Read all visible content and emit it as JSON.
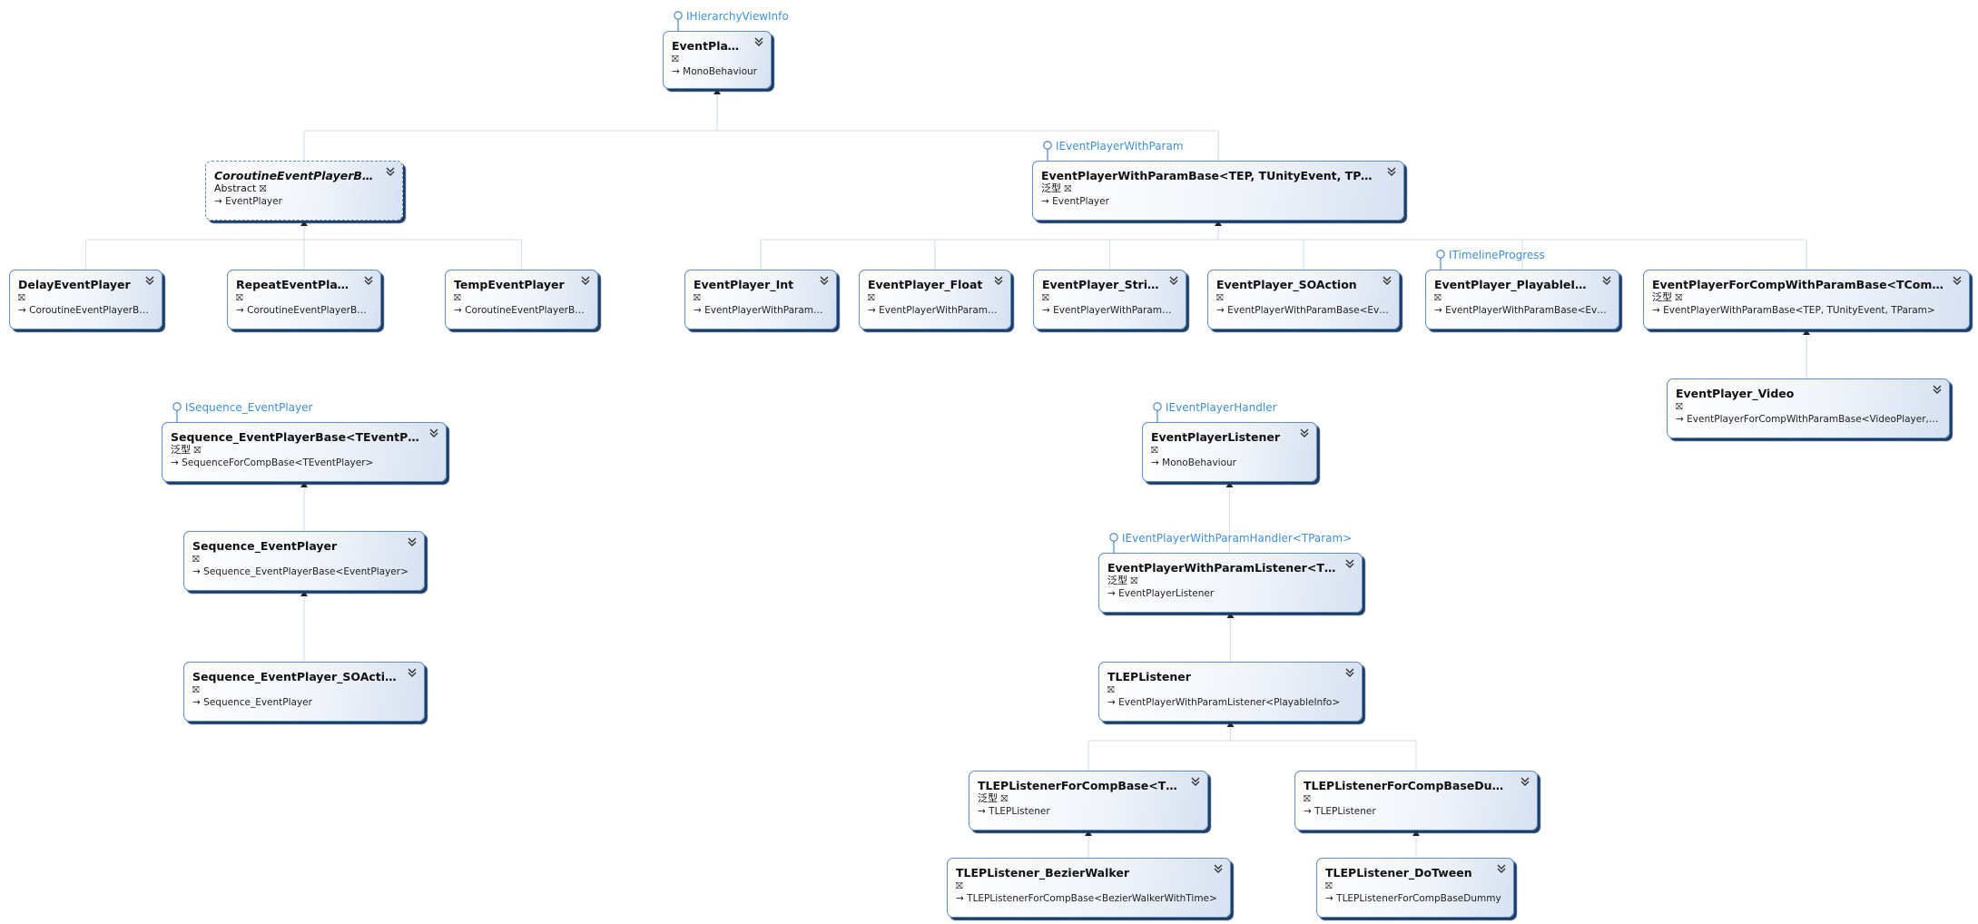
{
  "colors": {
    "box_border": "#5b8fc9",
    "interface_text": "#3f8fd6",
    "connector": "#d9e3ee",
    "arrow": "#222222"
  },
  "icons": {
    "collapse": "chevron-double-down-icon",
    "inheritance": "arrow-right-icon",
    "interface": "lollipop-interface-icon"
  },
  "symbols": {
    "chevron": "⌄",
    "kind_glyph": "⛝",
    "arrow": "→"
  },
  "nodes": [
    {
      "id": "EventPlayer",
      "title": "EventPlayer",
      "kind": "",
      "base": "MonoBehaviour",
      "iface": "IHierarchyViewInfo"
    },
    {
      "id": "CoroutineEventPlayerBase",
      "title": "CoroutineEventPlayerBase",
      "kind": "Abstract",
      "base": "EventPlayer",
      "iface": "",
      "abstract": true
    },
    {
      "id": "EventPlayerWithParamBase",
      "title": "EventPlayerWithParamBase<TEP, TUnityEvent, TParam>",
      "kind": "泛型",
      "base": "EventPlayer",
      "iface": "IEventPlayerWithParam"
    },
    {
      "id": "DelayEventPlayer",
      "title": "DelayEventPlayer",
      "kind": "",
      "base": "CoroutineEventPlayerBase",
      "iface": ""
    },
    {
      "id": "RepeatEventPlayer",
      "title": "RepeatEventPlayer",
      "kind": "",
      "base": "CoroutineEventPlayerBase",
      "iface": ""
    },
    {
      "id": "TempEventPlayer",
      "title": "TempEventPlayer",
      "kind": "",
      "base": "CoroutineEventPlayerBase",
      "iface": ""
    },
    {
      "id": "EventPlayer_Int",
      "title": "EventPlayer_Int",
      "kind": "",
      "base": "EventPlayerWithParamB...",
      "iface": ""
    },
    {
      "id": "EventPlayer_Float",
      "title": "EventPlayer_Float",
      "kind": "",
      "base": "EventPlayerWithParamB...",
      "iface": ""
    },
    {
      "id": "EventPlayer_String",
      "title": "EventPlayer_String",
      "kind": "",
      "base": "EventPlayerWithParamB...",
      "iface": ""
    },
    {
      "id": "EventPlayer_SOAction",
      "title": "EventPlayer_SOAction",
      "kind": "",
      "base": "EventPlayerWithParamBase<Even...",
      "iface": ""
    },
    {
      "id": "EventPlayer_PlayableInfo",
      "title": "EventPlayer_PlayableInfo",
      "kind": "",
      "base": "EventPlayerWithParamBase<Even...",
      "iface": "ITimelineProgress"
    },
    {
      "id": "EventPlayerForCompWithParamBase",
      "title": "EventPlayerForCompWithParamBase<TComp,  TE...",
      "kind": "泛型",
      "base": "EventPlayerWithParamBase<TEP,  TUnityEvent,  TParam>",
      "iface": ""
    },
    {
      "id": "EventPlayer_Video",
      "title": "EventPlayer_Video",
      "kind": "",
      "base": "EventPlayerForCompWithParamBase<VideoPlayer, E...",
      "iface": ""
    },
    {
      "id": "Sequence_EventPlayerBase",
      "title": "Sequence_EventPlayerBase<TEventPlayer>",
      "kind": "泛型",
      "base": "SequenceForCompBase<TEventPlayer>",
      "iface": "ISequence_EventPlayer"
    },
    {
      "id": "Sequence_EventPlayer",
      "title": "Sequence_EventPlayer",
      "kind": "",
      "base": "Sequence_EventPlayerBase<EventPlayer>",
      "iface": ""
    },
    {
      "id": "Sequence_EventPlayer_SOAction",
      "title": "Sequence_EventPlayer_SOAction",
      "kind": "",
      "base": "Sequence_EventPlayer",
      "iface": ""
    },
    {
      "id": "EventPlayerListener",
      "title": "EventPlayerListener",
      "kind": "",
      "base": "MonoBehaviour",
      "iface": "IEventPlayerHandler"
    },
    {
      "id": "EventPlayerWithParamListener",
      "title": "EventPlayerWithParamListener<TPara...",
      "kind": "泛型",
      "base": "EventPlayerListener",
      "iface": "IEventPlayerWithParamHandler<TParam>"
    },
    {
      "id": "TLEPListener",
      "title": "TLEPListener",
      "kind": "",
      "base": "EventPlayerWithParamListener<PlayableInfo>",
      "iface": ""
    },
    {
      "id": "TLEPListenerForCompBase",
      "title": "TLEPListenerForCompBase<TCom...",
      "kind": "泛型",
      "base": "TLEPListener",
      "iface": ""
    },
    {
      "id": "TLEPListenerForCompBaseDummy",
      "title": "TLEPListenerForCompBaseDummy",
      "kind": "",
      "base": "TLEPListener",
      "iface": ""
    },
    {
      "id": "TLEPListener_BezierWalker",
      "title": "TLEPListener_BezierWalker",
      "kind": "",
      "base": "TLEPListenerForCompBase<BezierWalkerWithTime>",
      "iface": ""
    },
    {
      "id": "TLEPListener_DoTween",
      "title": "TLEPListener_DoTween",
      "kind": "",
      "base": "TLEPListenerForCompBaseDummy",
      "iface": ""
    }
  ],
  "edges": [
    [
      "EventPlayer",
      "CoroutineEventPlayerBase"
    ],
    [
      "EventPlayer",
      "EventPlayerWithParamBase"
    ],
    [
      "CoroutineEventPlayerBase",
      "DelayEventPlayer"
    ],
    [
      "CoroutineEventPlayerBase",
      "RepeatEventPlayer"
    ],
    [
      "CoroutineEventPlayerBase",
      "TempEventPlayer"
    ],
    [
      "EventPlayerWithParamBase",
      "EventPlayer_Int"
    ],
    [
      "EventPlayerWithParamBase",
      "EventPlayer_Float"
    ],
    [
      "EventPlayerWithParamBase",
      "EventPlayer_String"
    ],
    [
      "EventPlayerWithParamBase",
      "EventPlayer_SOAction"
    ],
    [
      "EventPlayerWithParamBase",
      "EventPlayer_PlayableInfo"
    ],
    [
      "EventPlayerWithParamBase",
      "EventPlayerForCompWithParamBase"
    ],
    [
      "EventPlayerForCompWithParamBase",
      "EventPlayer_Video"
    ],
    [
      "Sequence_EventPlayerBase",
      "Sequence_EventPlayer"
    ],
    [
      "Sequence_EventPlayer",
      "Sequence_EventPlayer_SOAction"
    ],
    [
      "EventPlayerListener",
      "EventPlayerWithParamListener"
    ],
    [
      "EventPlayerWithParamListener",
      "TLEPListener"
    ],
    [
      "TLEPListener",
      "TLEPListenerForCompBase"
    ],
    [
      "TLEPListener",
      "TLEPListenerForCompBaseDummy"
    ],
    [
      "TLEPListenerForCompBase",
      "TLEPListener_BezierWalker"
    ],
    [
      "TLEPListenerForCompBaseDummy",
      "TLEPListener_DoTween"
    ]
  ]
}
